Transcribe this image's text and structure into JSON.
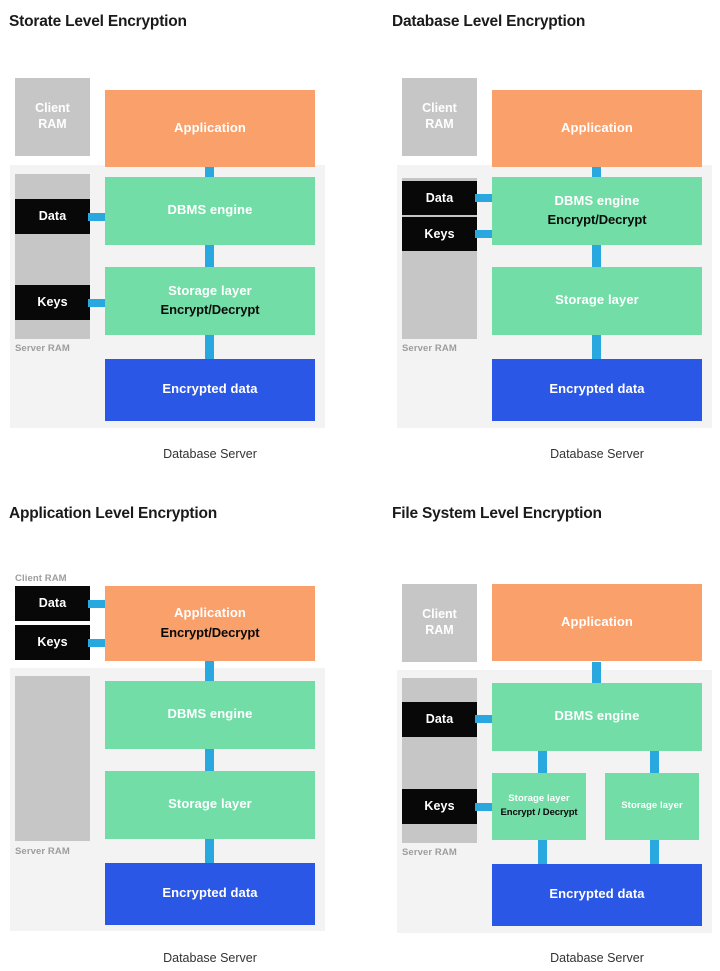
{
  "figure": {
    "type": "diagram",
    "description": "Four comparative architecture diagrams of database encryption levels",
    "colors": {
      "application": "#f9a06b",
      "dbms": "#72dda7",
      "storage": "#72dda7",
      "encrypted_data": "#2a57e6",
      "ram": "#c6c6c6",
      "chip": "#080808",
      "connector": "#29a8e0",
      "server_bg": "#f3f3f3",
      "page_bg": "#ffffff"
    }
  },
  "labels": {
    "client_ram": "Client\nRAM",
    "client_ram_inline": "Client RAM",
    "server_ram": "Server RAM",
    "data": "Data",
    "keys": "Keys",
    "application": "Application",
    "dbms_engine": "DBMS engine",
    "storage_layer": "Storage layer",
    "encrypted_data": "Encrypted data",
    "encrypt_decrypt": "Encrypt/Decrypt",
    "encrypt_decrypt_spaced": "Encrypt / Decrypt",
    "database_server": "Database Server"
  },
  "panels": [
    {
      "id": "storage-level",
      "title": "Storate Level Encryption",
      "client_ram_label": "Client\nRAM",
      "client_ram_line1": "Client",
      "client_ram_line2": "RAM",
      "server_ram_label": "Server RAM",
      "chips": [
        "Data",
        "Keys"
      ],
      "blocks": [
        {
          "name": "Application",
          "main": "Application",
          "sub": ""
        },
        {
          "name": "DBMS engine",
          "main": "DBMS engine",
          "sub": ""
        },
        {
          "name": "Storage layer",
          "main": "Storage layer",
          "sub": "Encrypt/Decrypt"
        },
        {
          "name": "Encrypted data",
          "main": "Encrypted data",
          "sub": ""
        }
      ],
      "encryption_at": "Storage layer",
      "caption": "Database Server"
    },
    {
      "id": "database-level",
      "title": "Database Level Encryption",
      "client_ram_line1": "Client",
      "client_ram_line2": "RAM",
      "server_ram_label": "Server RAM",
      "chips": [
        "Data",
        "Keys"
      ],
      "blocks": [
        {
          "name": "Application",
          "main": "Application",
          "sub": ""
        },
        {
          "name": "DBMS engine",
          "main": "DBMS engine",
          "sub": "Encrypt/Decrypt"
        },
        {
          "name": "Storage layer",
          "main": "Storage layer",
          "sub": ""
        },
        {
          "name": "Encrypted data",
          "main": "Encrypted data",
          "sub": ""
        }
      ],
      "encryption_at": "DBMS engine",
      "caption": "Database Server"
    },
    {
      "id": "application-level",
      "title": "Application Level Encryption",
      "client_ram_inline": "Client RAM",
      "server_ram_label": "Server RAM",
      "chips": [
        "Data",
        "Keys"
      ],
      "blocks": [
        {
          "name": "Application",
          "main": "Application",
          "sub": "Encrypt/Decrypt"
        },
        {
          "name": "DBMS engine",
          "main": "DBMS engine",
          "sub": ""
        },
        {
          "name": "Storage layer",
          "main": "Storage layer",
          "sub": ""
        },
        {
          "name": "Encrypted data",
          "main": "Encrypted data",
          "sub": ""
        }
      ],
      "encryption_at": "Application",
      "caption": "Database Server"
    },
    {
      "id": "file-system-level",
      "title": "File System Level Encryption",
      "client_ram_line1": "Client",
      "client_ram_line2": "RAM",
      "server_ram_label": "Server RAM",
      "chips": [
        "Data",
        "Keys"
      ],
      "blocks": [
        {
          "name": "Application",
          "main": "Application",
          "sub": ""
        },
        {
          "name": "DBMS engine",
          "main": "DBMS engine",
          "sub": ""
        },
        {
          "name": "Storage layer left",
          "main": "Storage layer",
          "sub": "Encrypt / Decrypt"
        },
        {
          "name": "Storage layer right",
          "main": "Storage layer",
          "sub": ""
        },
        {
          "name": "Encrypted data",
          "main": "Encrypted data",
          "sub": ""
        }
      ],
      "encryption_at": "Storage layer (file system)",
      "caption": "Database Server"
    }
  ]
}
